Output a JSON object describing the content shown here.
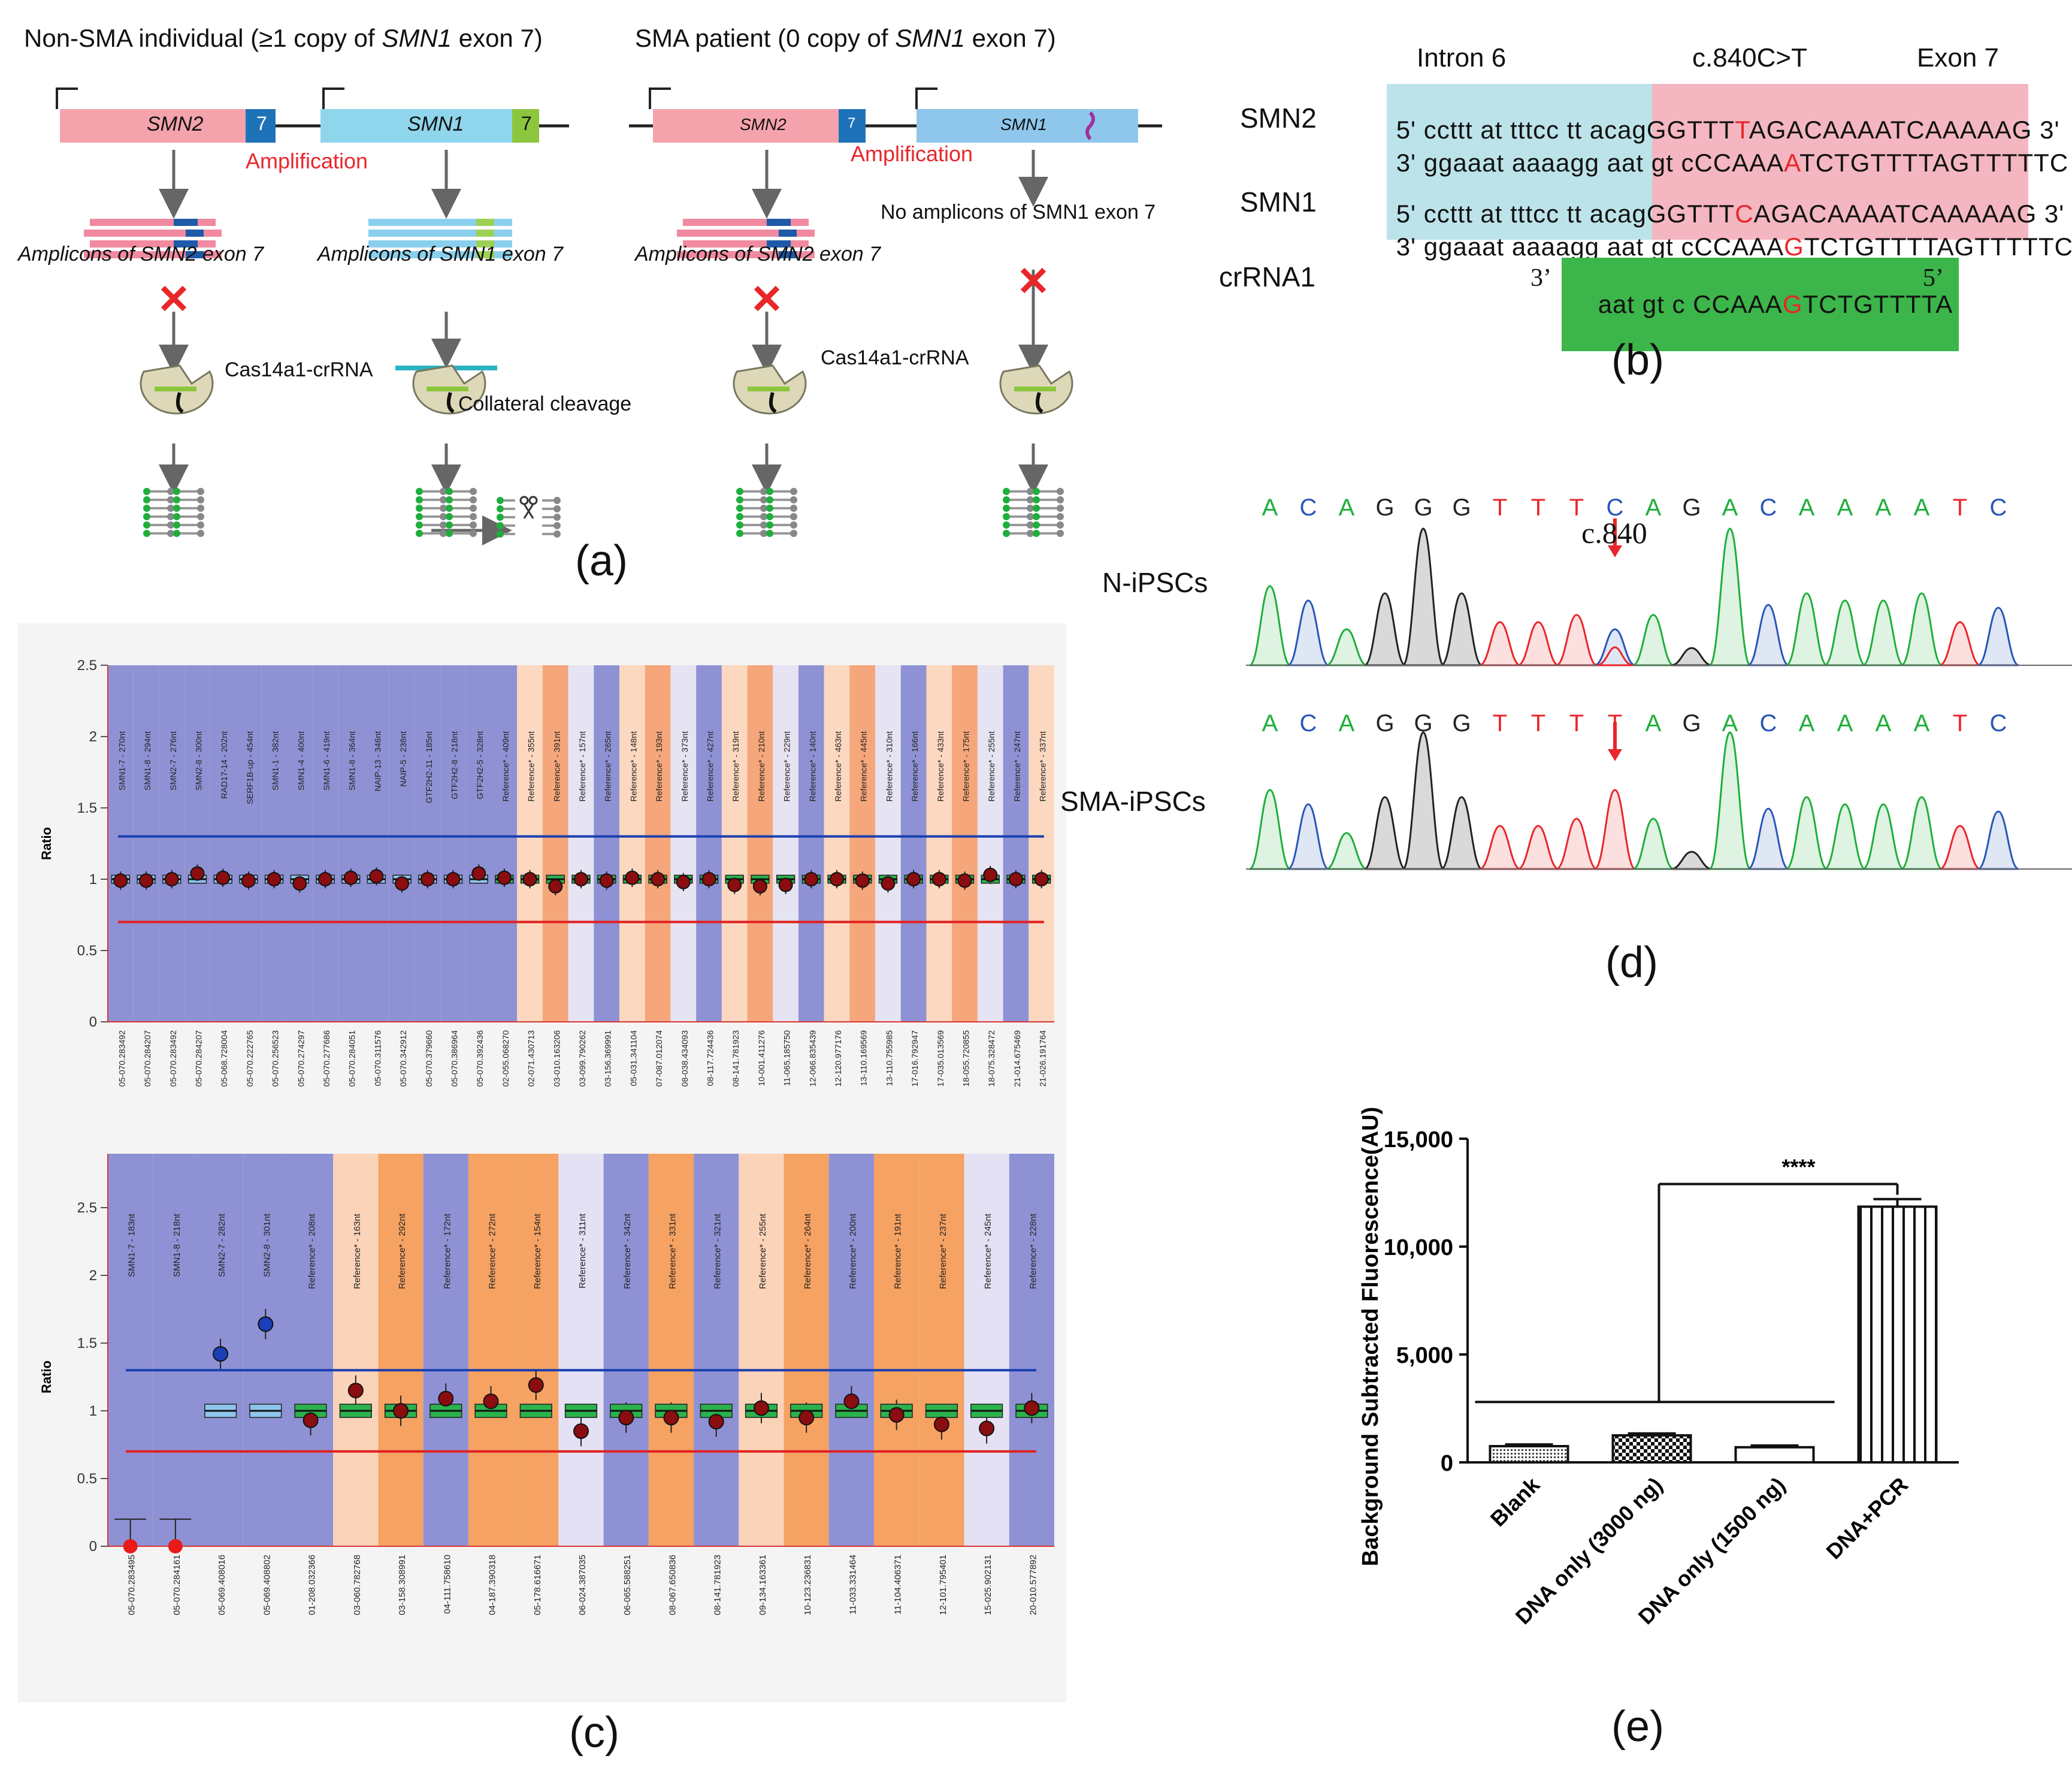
{
  "panel_a": {
    "label": "(a)",
    "title_left_pre": "Non-SMA individual (≥1 copy of ",
    "title_left_gene": "SMN1",
    "title_left_post": " exon 7)",
    "title_right_pre": "SMA patient (0 copy of ",
    "title_right_gene": "SMN1",
    "title_right_post": " exon 7)",
    "gene_smn2": "SMN2",
    "gene_smn1": "SMN1",
    "exon_num": "7",
    "amplification": "Amplification",
    "amplicons_smn2": "Amplicons of SMN2 exon 7",
    "amplicons_smn1": "Amplicons of SMN1 exon 7",
    "no_amplicons": "No amplicons of SMN1 exon 7",
    "cas_label": "Cas14a1-crRNA",
    "collateral": "Collateral cleavage"
  },
  "panel_b": {
    "label": "(b)",
    "intron": "Intron 6",
    "mutation": "c.840C>T",
    "exon": "Exon 7",
    "rows": [
      {
        "name": "SMN2",
        "top_left": "5'",
        "top_intron": "ccttt at tttcc tt acag",
        "top_exon_a": "GGTTT",
        "top_mut": "T",
        "top_exon_b": "AGACAAAATCAAAAAG",
        "top_right": "3'",
        "bot_left": "3'",
        "bot_intron": "ggaaat aaaagg aat gt c",
        "bot_exon_a": "CCAAA",
        "bot_mut": "A",
        "bot_exon_b": "TCTGTTTTAGTTTTTC",
        "bot_right": "5'"
      },
      {
        "name": "SMN1",
        "top_left": "5'",
        "top_intron": "ccttt at tttcc tt acag",
        "top_exon_a": "GGTTT",
        "top_mut": "C",
        "top_exon_b": "AGACAAAATCAAAAAG",
        "top_right": "3'",
        "bot_left": "3'",
        "bot_intron": "ggaaat aaaagg aat gt c",
        "bot_exon_a": "CCAAA",
        "bot_mut": "G",
        "bot_exon_b": "TCTGTTTTAGTTTTTC",
        "bot_right": "5'"
      }
    ],
    "crrna_name": "crRNA1",
    "crrna_left": "3’",
    "crrna_a": "aat gt c CCAAA",
    "crrna_mut": "G",
    "crrna_b": "TCTGTTTTA",
    "crrna_right": "5’"
  },
  "panel_c": {
    "label": "(c)",
    "ylabel": "Ratio",
    "top": {
      "yticks": [
        "0",
        "0.5",
        "1",
        "1.5",
        "2",
        "2.5"
      ],
      "probes": [
        "SMN1-7 - 270nt",
        "SMN1-8 - 294nt",
        "SMN2-7 - 276nt",
        "SMN2-8 - 300nt",
        "RAD17-14 - 202nt",
        "SERF1B-up - 454nt",
        "SMN1-1 - 382nt",
        "SMN1-4 - 400nt",
        "SMN1-6 - 419nt",
        "SMN1-8 - 364nt",
        "NAIP-13 - 346nt",
        "NAIP-5 - 238nt",
        "GTF2H2-11 - 185nt",
        "GTF2H2-8 - 218nt",
        "GTF2H2-5 - 328nt",
        "Reference* - 409nt",
        "Reference* - 355nt",
        "Reference* - 391nt",
        "Reference* - 157nt",
        "Reference* - 265nt",
        "Reference* - 148nt",
        "Reference* - 193nt",
        "Reference* - 373nt",
        "Reference* - 427nt",
        "Reference* - 319nt",
        "Reference* - 210nt",
        "Reference* - 229nt",
        "Reference* - 140nt",
        "Reference* - 463nt",
        "Reference* - 445nt",
        "Reference* - 310nt",
        "Reference* - 166nt",
        "Reference* - 433nt",
        "Reference* - 175nt",
        "Reference* - 255nt",
        "Reference* - 247nt",
        "Reference* - 337nt"
      ],
      "positions": [
        "05-070.283492",
        "05-070.284207",
        "05-070.283492",
        "05-070.284207",
        "05-068.728004",
        "05-070.222765",
        "05-070.256523",
        "05-070.274297",
        "05-070.277686",
        "05-070.284051",
        "05-070.311576",
        "05-070.342912",
        "05-070.379660",
        "05-070.386964",
        "05-070.392436",
        "02-055.068270",
        "02-071.430713",
        "03-010.163206",
        "03-099.790262",
        "03-156.369991",
        "05-031.341104",
        "07-087.012074",
        "08-038.434093",
        "08-117.724436",
        "08-141.781923",
        "10-001.411276",
        "11-065.185750",
        "12-066.835439",
        "12-120.977176",
        "13-110.169569",
        "13-110.755985",
        "17-016.792947",
        "17-035.013569",
        "18-055.720855",
        "18-075.328472",
        "21-014.675469",
        "21-026.191764"
      ],
      "values": [
        0.99,
        0.99,
        1.0,
        1.04,
        1.01,
        0.99,
        1.0,
        0.97,
        1.0,
        1.01,
        1.02,
        0.97,
        1.0,
        1.0,
        1.04,
        1.01,
        1.0,
        0.95,
        1.0,
        0.99,
        1.01,
        1.0,
        0.98,
        1.0,
        0.96,
        0.95,
        0.96,
        1.0,
        1.0,
        0.99,
        0.97,
        1.0,
        1.0,
        0.99,
        1.03,
        1.0,
        1.0
      ],
      "upper_threshold": 1.3,
      "lower_threshold": 0.7
    },
    "bottom": {
      "yticks": [
        "0",
        "0.5",
        "1",
        "1.5",
        "2",
        "2.5"
      ],
      "probes": [
        "SMN1-7 - 183nt",
        "SMN1-8 - 218nt",
        "SMN2-7 - 282nt",
        "SMN2-8 - 301nt",
        "Reference* - 208nt",
        "Reference* - 163nt",
        "Reference* - 292nt",
        "Reference* - 172nt",
        "Reference* - 272nt",
        "Reference* - 154nt",
        "Reference* - 311nt",
        "Reference* - 342nt",
        "Reference* - 331nt",
        "Reference* - 321nt",
        "Reference* - 255nt",
        "Reference* - 264nt",
        "Reference* - 200nt",
        "Reference* - 191nt",
        "Reference* - 237nt",
        "Reference* - 245nt",
        "Reference* - 228nt"
      ],
      "positions": [
        "05-070.283495",
        "05-070.284161",
        "05-069.408016",
        "05-069.408802",
        "01-208.032366",
        "03-060.782768",
        "03-158.308991",
        "04-111.758610",
        "04-187.390318",
        "05-178.616671",
        "06-024.387035",
        "06-065.588251",
        "08-067.650836",
        "08-141.781923",
        "09-134.163361",
        "10-123.236831",
        "11-033.331464",
        "11-104.406371",
        "12-101.795401",
        "15-025.902131",
        "20-010.577892"
      ],
      "values": [
        0.0,
        0.0,
        1.42,
        1.64,
        0.93,
        1.15,
        1.0,
        1.09,
        1.07,
        1.19,
        0.85,
        0.95,
        0.95,
        0.92,
        1.02,
        0.95,
        1.07,
        0.97,
        0.9,
        0.87,
        1.02
      ],
      "upper_threshold": 1.3,
      "lower_threshold": 0.7
    }
  },
  "panel_d": {
    "label": "(d)",
    "row1": "N-iPSCs",
    "row2": "SMA-iPSCs",
    "bases1": [
      "A",
      "C",
      "A",
      "G",
      "G",
      "G",
      "T",
      "T",
      "T",
      "C",
      "A",
      "G",
      "A",
      "C",
      "A",
      "A",
      "A",
      "A",
      "T",
      "C"
    ],
    "bases2": [
      "A",
      "C",
      "A",
      "G",
      "G",
      "G",
      "T",
      "T",
      "T",
      "T",
      "A",
      "G",
      "A",
      "C",
      "A",
      "A",
      "A",
      "A",
      "T",
      "C"
    ],
    "marker": "c.840"
  },
  "panel_e": {
    "label": "(e)",
    "ylabel": "Background Subtracted Fluorescence(AU)",
    "significance": "****",
    "yticks": [
      "0",
      "5,000",
      "10,000",
      "15,000"
    ]
  },
  "chart_data": {
    "type": "bar",
    "categories": [
      "Blank",
      "DNA only (3000 ng)",
      "DNA only (1500 ng)",
      "DNA+PCR"
    ],
    "values": [
      750,
      1250,
      700,
      11850
    ],
    "errors": [
      80,
      90,
      80,
      350
    ],
    "ylabel": "Background Subtracted Fluorescence(AU)",
    "ylim": [
      0,
      15000
    ]
  }
}
